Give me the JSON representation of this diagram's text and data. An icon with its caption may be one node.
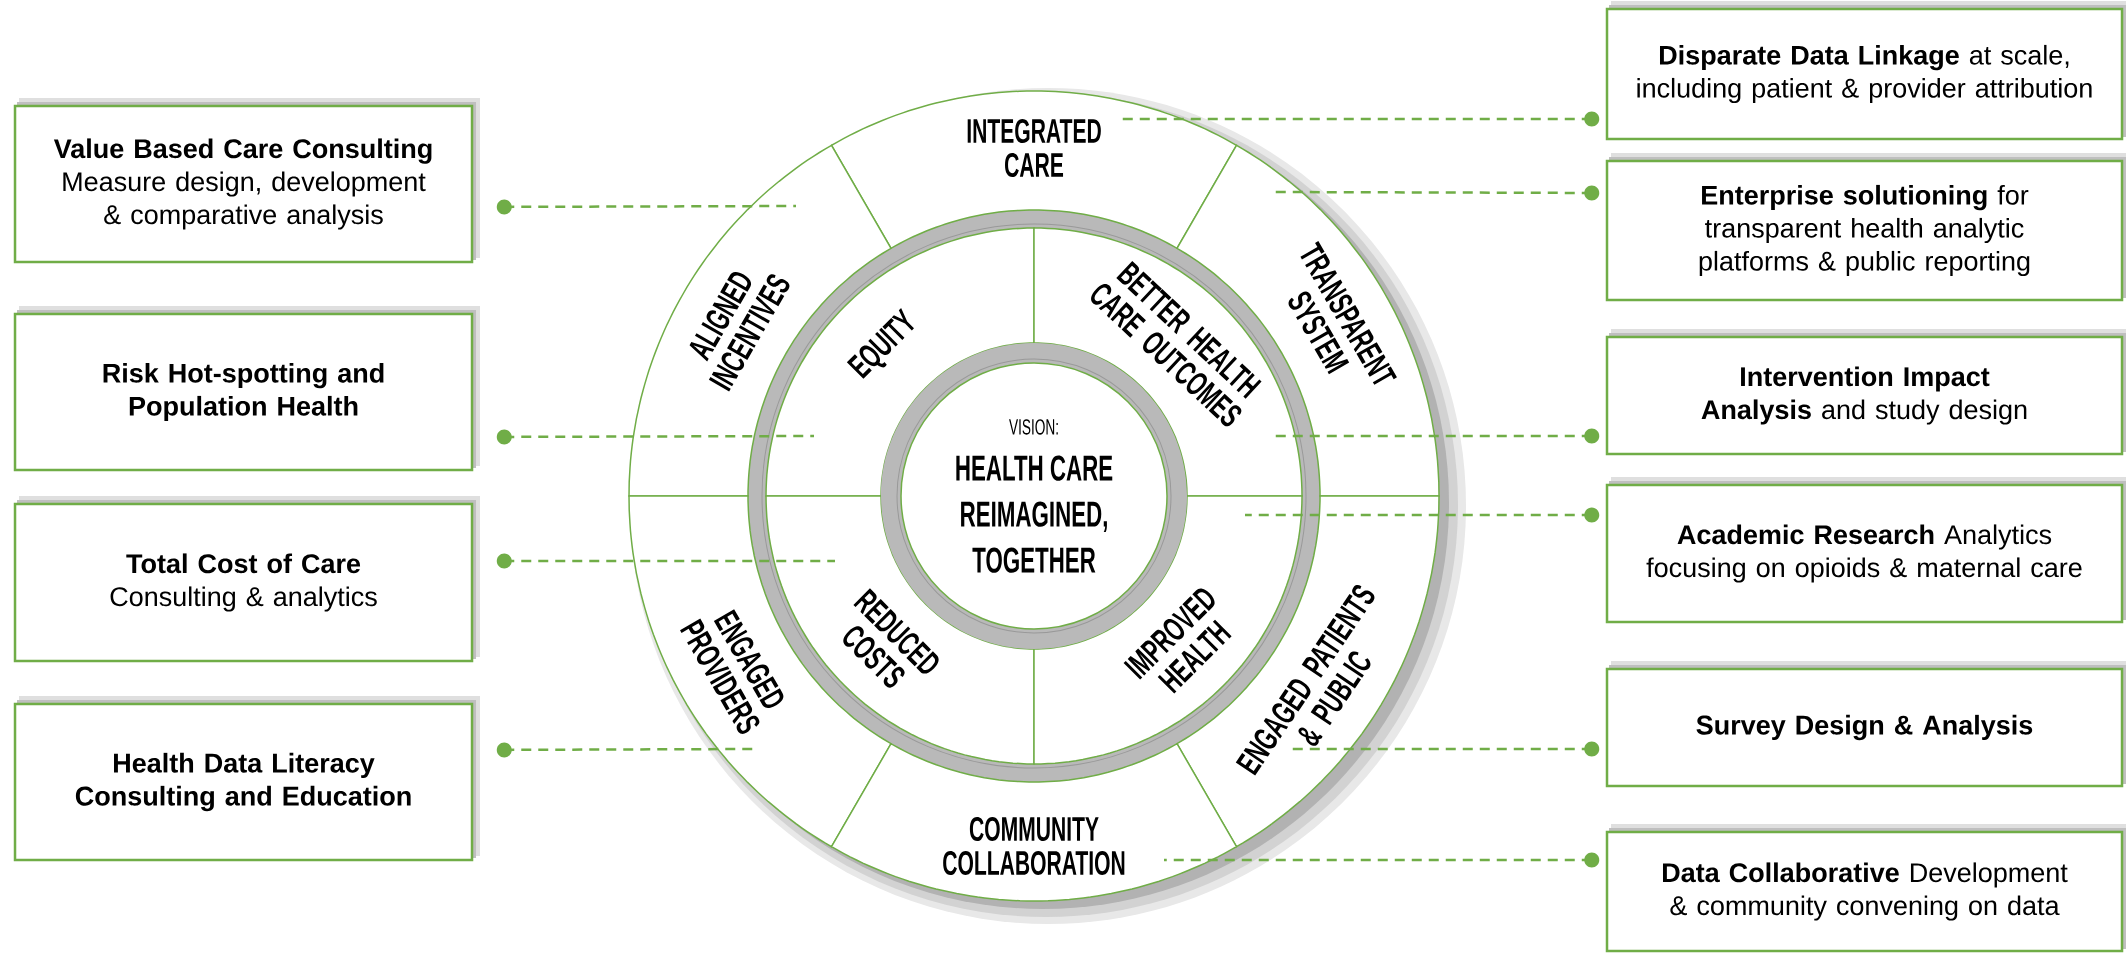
{
  "diagram": {
    "nodes": [
      {
        "text": [
          "Value Based Care Consulting",
          "Measure design, development & comparative analysis"
        ]
      },
      {
        "text": [
          "Risk Hot-spotting and Population Health"
        ]
      },
      {
        "text": [
          "Total Cost of Care",
          "Consulting & analytics"
        ]
      },
      {
        "text": [
          "Health Data Literacy Consulting and Education"
        ]
      },
      {
        "text": [
          "INTEGRATED CARE"
        ]
      },
      {
        "text": [
          "ALIGNED INCENTIVES"
        ]
      },
      {
        "text": [
          "TRANSPARENT SYSTEM"
        ]
      },
      {
        "text": [
          "ENGAGED PROVIDERS"
        ]
      },
      {
        "text": [
          "ENGAGED PATIENTS & PUBLIC"
        ]
      },
      {
        "text": [
          "COMMUNITY COLLABORATION"
        ]
      },
      {
        "text": [
          "EQUITY"
        ]
      },
      {
        "text": [
          "BETTER HEALTH CARE OUTCOMES"
        ]
      },
      {
        "text": [
          "REDUCED COSTS"
        ]
      },
      {
        "text": [
          "IMPROVED HEALTH"
        ]
      },
      {
        "text": [
          "VISION:",
          "HEALTH CARE REIMAGINED, TOGETHER"
        ]
      },
      {
        "text": [
          "**Disparate Data Linkage** at scale, including patient & provider attribution"
        ]
      },
      {
        "text": [
          "**Enterprise solutioning** for transparent health analytic platforms & public reporting"
        ]
      },
      {
        "text": [
          "**Intervention Impact Analysis** and study design"
        ]
      },
      {
        "text": [
          "**Academic Research** Analytics focusing on opioids & maternal care"
        ]
      },
      {
        "text": [
          "Survey Design & Analysis"
        ]
      },
      {
        "text": [
          "**Data Collaborative** Development & community convening on data"
        ]
      }
    ],
    "edges": [
      {
        "from": 0,
        "to": 5,
        "arrow": "other",
        "style": "dashed"
      },
      {
        "from": 1,
        "to": 10,
        "arrow": "other",
        "style": "dashed"
      },
      {
        "from": 2,
        "to": 12,
        "arrow": "other",
        "style": "dashed"
      },
      {
        "from": 3,
        "to": 7,
        "arrow": "other",
        "style": "dashed"
      },
      {
        "from": 15,
        "to": 4,
        "arrow": "other",
        "style": "dashed"
      },
      {
        "from": 16,
        "to": 6,
        "arrow": "other",
        "style": "dashed"
      },
      {
        "from": 17,
        "to": 11,
        "arrow": "other",
        "style": "dashed"
      },
      {
        "from": 18,
        "to": 13,
        "arrow": "other",
        "style": "dashed"
      },
      {
        "from": 19,
        "to": 8,
        "arrow": "other",
        "style": "dashed"
      },
      {
        "from": 20,
        "to": 9,
        "arrow": "other",
        "style": "dashed"
      }
    ]
  }
}
